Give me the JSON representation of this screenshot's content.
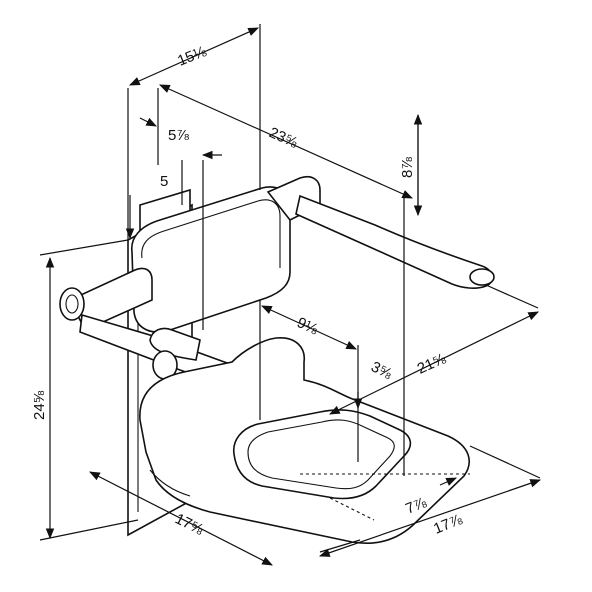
{
  "dimensions": {
    "top_width": "15⅛",
    "arm_depth": "23⅝",
    "arm_height": "8⅞",
    "wall_offset_a": "5⅞",
    "wall_offset_b": "5",
    "opening_width": "9⅛",
    "opening_depth": "3⅝",
    "seat_depth": "21⅝",
    "overall_height": "24⅝",
    "seat_width": "17⅝",
    "front_offset": "7⅞",
    "seat_front": "17⅞"
  },
  "colors": {
    "line": "#111111",
    "background": "#ffffff"
  }
}
